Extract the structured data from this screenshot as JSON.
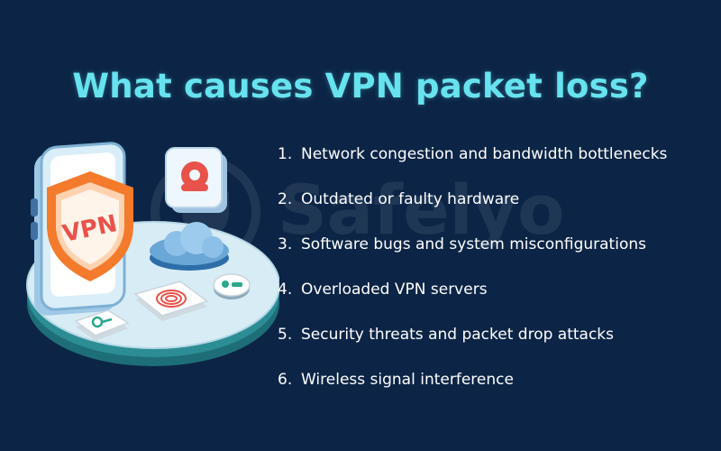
{
  "title": "What causes VPN packet loss?",
  "watermark": {
    "text": "Safelyo",
    "icon": "safelyo-logo-icon"
  },
  "illustration": {
    "shield_text": "VPN",
    "icons": [
      "smartphone-icon",
      "vpn-shield-icon",
      "cloud-icon",
      "fingerprint-icon",
      "user-chip-icon",
      "key-icon",
      "location-pin-icon"
    ]
  },
  "causes": [
    {
      "number": "1.",
      "text": "Network congestion and bandwidth bottlenecks"
    },
    {
      "number": "2.",
      "text": "Outdated or faulty hardware"
    },
    {
      "number": "3.",
      "text": "Software bugs and system misconfigurations"
    },
    {
      "number": "4.",
      "text": "Overloaded VPN servers"
    },
    {
      "number": "5.",
      "text": "Security threats and packet drop attacks"
    },
    {
      "number": "6.",
      "text": "Wireless signal interference"
    }
  ],
  "colors": {
    "background": "#0c2546",
    "title": "#66e3ee",
    "text": "#ffffff",
    "shield_orange": "#f47a2c",
    "pin_red": "#e8524a",
    "platform": "#d7ecf5",
    "platform_dark": "#1e6e78"
  }
}
